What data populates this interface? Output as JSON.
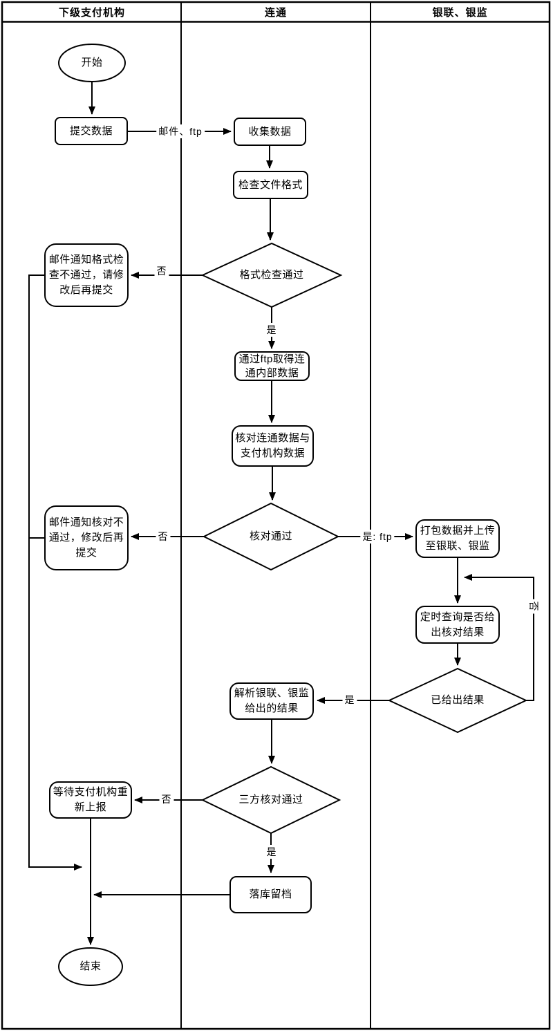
{
  "lanes": {
    "lane1": "下级支付机构",
    "lane2": "连通",
    "lane3": "银联、银监"
  },
  "nodes": {
    "start": "开始",
    "submit_data": "提交数据",
    "collect_data": "收集数据",
    "check_file_format": "检查文件格式",
    "format_check_pass": "格式检查通过",
    "notify_format_fail": "邮件通知格式检查不通过，请修改后再提交",
    "ftp_get_internal_data": "通过ftp取得连通内部数据",
    "verify_data": "核对连通数据与支付机构数据",
    "verify_pass": "核对通过",
    "notify_verify_fail": "邮件通知核对不通过，修改后再提交",
    "package_upload": "打包数据并上传至银联、银监",
    "poll_result": "定时查询是否给出核对结果",
    "result_given": "已给出结果",
    "parse_result": "解析银联、银监给出的结果",
    "three_way_verify_pass": "三方核对通过",
    "wait_resubmit": "等待支付机构重新上报",
    "archive": "落库留档",
    "end": "结束"
  },
  "edge_labels": {
    "mail_ftp": "邮件、ftp",
    "format_no": "否",
    "format_yes": "是",
    "verify_no": "否",
    "verify_yes_ftp": "是: ftp",
    "result_no": "否",
    "result_yes": "是",
    "three_way_no": "否",
    "three_way_yes": "是"
  },
  "colors": {
    "stroke": "#000000",
    "background": "#ffffff"
  }
}
